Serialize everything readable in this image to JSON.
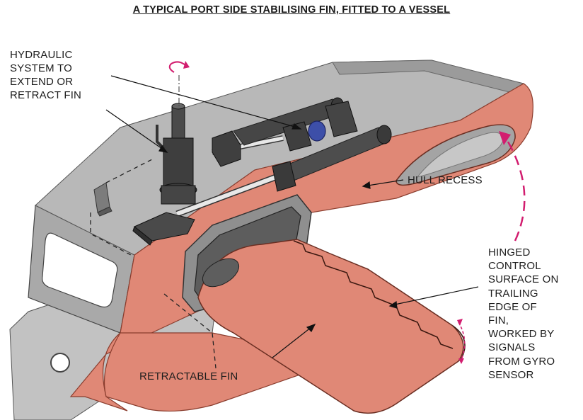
{
  "title": "A TYPICAL PORT SIDE STABILISING FIN, FITTED TO A  VESSEL",
  "labels": {
    "hydraulic": [
      "HYDRAULIC",
      "SYSTEM TO",
      "EXTEND OR",
      "RETRACT FIN"
    ],
    "hull_recess": "HULL RECESS",
    "hinged": [
      "HINGED",
      "CONTROL",
      "SURFACE ON",
      "TRAILING",
      "EDGE OF",
      "FIN,",
      "WORKED BY",
      "SIGNALS",
      "FROM GYRO",
      "SENSOR"
    ],
    "retractable_fin": "RETRACTABLE FIN"
  },
  "colors": {
    "hull_red": "#e08876",
    "hull_red_dark": "#c9705e",
    "hull_grey": "#b4b4b4",
    "hull_grey_dark": "#8c8c8c",
    "machinery": "#4a4a4a",
    "accent_magenta": "#d21d6f",
    "accent_blue": "#3d4fa8"
  }
}
